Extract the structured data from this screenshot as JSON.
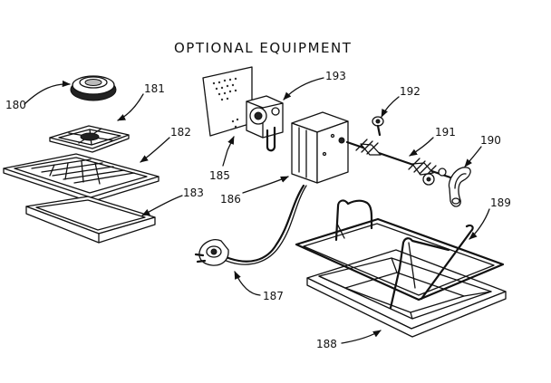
{
  "title": "OPTIONAL EQUIPMENT",
  "parts": [
    {
      "id": "180",
      "label": "180"
    },
    {
      "id": "181",
      "label": "181"
    },
    {
      "id": "182",
      "label": "182"
    },
    {
      "id": "183",
      "label": "183"
    },
    {
      "id": "185",
      "label": "185"
    },
    {
      "id": "186",
      "label": "186"
    },
    {
      "id": "187",
      "label": "187"
    },
    {
      "id": "188",
      "label": "188"
    },
    {
      "id": "189",
      "label": "189"
    },
    {
      "id": "190",
      "label": "190"
    },
    {
      "id": "191",
      "label": "191"
    },
    {
      "id": "192",
      "label": "192"
    },
    {
      "id": "193",
      "label": "193"
    }
  ]
}
